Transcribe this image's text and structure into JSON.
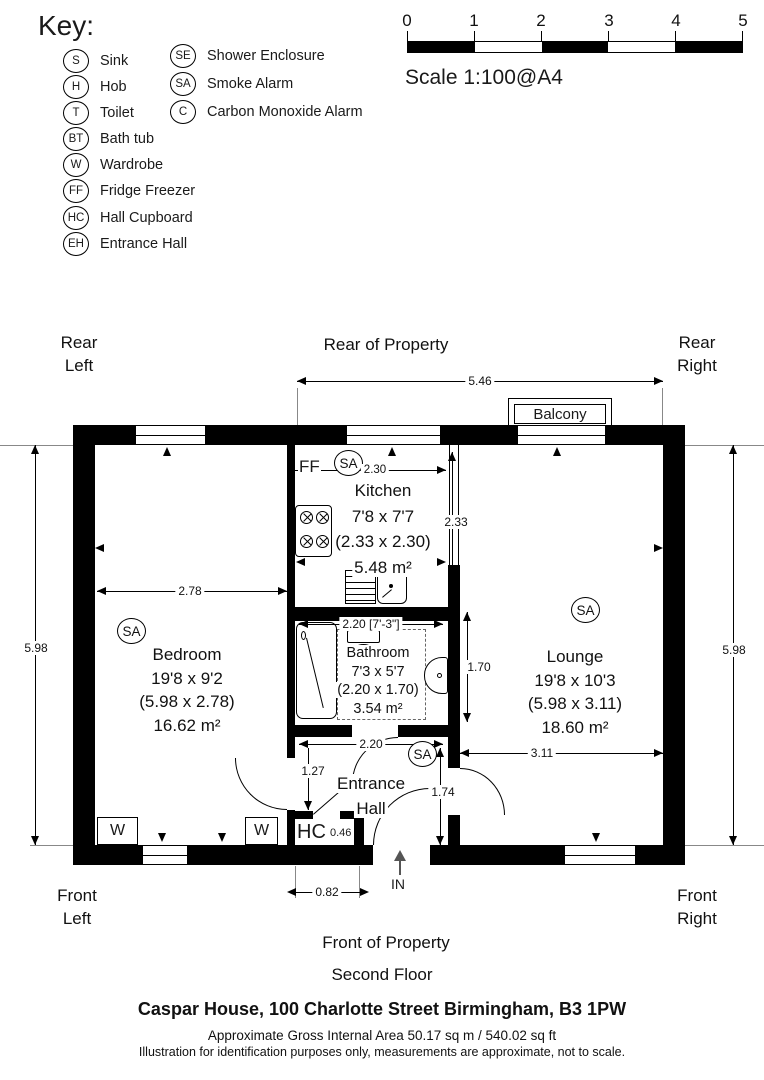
{
  "key": {
    "title": "Key:",
    "items_col1": [
      {
        "abbr": "S",
        "label": "Sink"
      },
      {
        "abbr": "H",
        "label": "Hob"
      },
      {
        "abbr": "T",
        "label": "Toilet"
      },
      {
        "abbr": "BT",
        "label": "Bath tub"
      },
      {
        "abbr": "W",
        "label": "Wardrobe"
      },
      {
        "abbr": "FF",
        "label": "Fridge Freezer"
      },
      {
        "abbr": "HC",
        "label": "Hall Cupboard"
      },
      {
        "abbr": "EH",
        "label": "Entrance Hall"
      }
    ],
    "items_col2": [
      {
        "abbr": "SE",
        "label": "Shower Enclosure"
      },
      {
        "abbr": "SA",
        "label": "Smoke Alarm"
      },
      {
        "abbr": "C",
        "label": "Carbon Monoxide Alarm"
      }
    ]
  },
  "scale_bar": {
    "ticks": [
      "0",
      "1",
      "2",
      "3",
      "4",
      "5"
    ],
    "caption": "Scale 1:100@A4"
  },
  "orientation": {
    "rear_left_1": "Rear",
    "rear_left_2": "Left",
    "rear_center": "Rear of Property",
    "rear_right_1": "Rear",
    "rear_right_2": "Right",
    "front_left_1": "Front",
    "front_left_2": "Left",
    "front_center": "Front of Property",
    "front_right_1": "Front",
    "front_right_2": "Right"
  },
  "plan": {
    "balcony": "Balcony",
    "in_label": "IN",
    "markers": {
      "sa": "SA",
      "ff": "FF",
      "w": "W",
      "hc": "HC"
    },
    "rooms": {
      "kitchen": {
        "name": "Kitchen",
        "imperial": "7'8 x 7'7",
        "metric": "(2.33 x 2.30)",
        "area": "5.48 m²"
      },
      "bedroom": {
        "name": "Bedroom",
        "imperial": "19'8 x 9'2",
        "metric": "(5.98 x 2.78)",
        "area": "16.62 m²"
      },
      "bathroom": {
        "name": "Bathroom",
        "imperial": "7'3 x 5'7",
        "metric": "(2.20 x 1.70)",
        "area": "3.54 m²"
      },
      "lounge": {
        "name": "Lounge",
        "imperial": "19'8 x 10'3",
        "metric": "(5.98 x 3.11)",
        "area": "18.60 m²"
      },
      "hall": {
        "name_1": "Entrance",
        "name_2": "Hall"
      }
    },
    "dims": {
      "rear_width": "5.46",
      "left_height": "5.98",
      "right_height": "5.98",
      "bedroom_width": "2.78",
      "kitchen_width": "2.30",
      "kitchen_depth": "2.33",
      "bathroom_width": "2.20 [7'-3\"]",
      "bathroom_depth": "1.70",
      "hall_width": "2.20",
      "hall_left": "1.27",
      "hall_right": "1.74",
      "hc_depth": "0.46",
      "door_width": "0.82",
      "lounge_width": "3.11"
    }
  },
  "footer": {
    "floor": "Second Floor",
    "address": "Caspar House, 100 Charlotte Street Birmingham, B3 1PW",
    "area_line": "Approximate Gross Internal Area 50.17 sq m / 540.02 sq ft",
    "disclaimer": "Illustration for identification purposes only, measurements are approximate, not to scale."
  },
  "colors": {
    "wall": "#000000",
    "background": "#ffffff",
    "text": "#1a1a1a"
  }
}
